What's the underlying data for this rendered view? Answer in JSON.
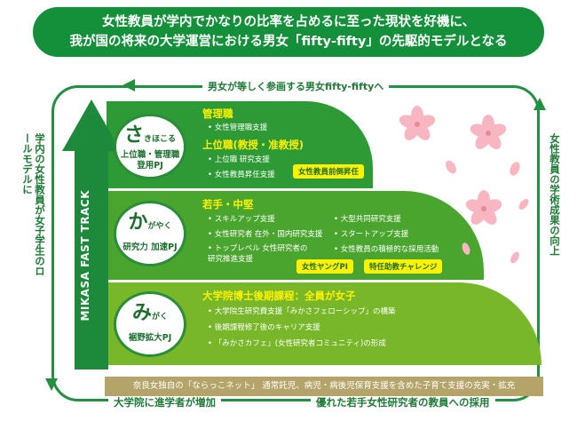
{
  "banner": {
    "line1": "女性教員が学内でかなりの比率を占めるに至った現状を好機に、",
    "line2": "我が国の将来の大学運営における男女「fifty-fifty」の先駆的モデルとなる"
  },
  "loop": {
    "top_label": "男女が等しく参画する男女fifty-fiftyへ",
    "left_label": "学内の女性教員が女子学生のロールモデルに",
    "right_label": "女性教員の学術成果の向上",
    "bottom_left_label": "大学院に進学者が増加",
    "bottom_right_label": "優れた若手女性研究者の教員への採用"
  },
  "fast_track": "MIKASA FAST TRACK",
  "tiers": [
    {
      "circle_main": "さ",
      "circle_small": "きほこる",
      "circle_sub1": "上位職・管理職",
      "circle_sub2": "登用PJ",
      "heading1": "管理職",
      "items1": [
        "女性管理職支援"
      ],
      "heading2": "上位職(教授・准教授)",
      "items2": [
        "上位職 研究支援",
        "女性教員昇任支援"
      ],
      "badge": "女性教員前倒昇任"
    },
    {
      "circle_main": "か",
      "circle_small": "がやく",
      "circle_sub1": "研究力 加速PJ",
      "heading": "若手・中堅",
      "items_left": [
        "スキルアップ支援",
        "女性研究者 在外・国内研究支援",
        "トップレベル 女性研究者の研究推進支援"
      ],
      "items_right": [
        "大型共同研究支援",
        "スタートアップ支援",
        "女性教員の積極的な採用活動"
      ],
      "badge1": "女性ヤングPI",
      "badge2": "特任助教チャレンジ"
    },
    {
      "circle_main": "み",
      "circle_small": "がく",
      "circle_sub1": "裾野拡大PJ",
      "heading": "大学院博士後期課程：全員が女子",
      "items": [
        "大学院生研究費支援「みかさフェローシップ」の構築",
        "後期課程修了後のキャリア支援",
        "「みかさカフェ」(女性研究者コミュニティ)の形成"
      ]
    }
  ],
  "bottom_bar": "奈良女独自の「ならっこネット」 通常託児、病児・病後児保育支援を含めた子育て支援の充実・拡充",
  "colors": {
    "green_dark": "#148f3a",
    "green_mid": "#4aa52e",
    "green_light": "#78b72a",
    "yellow": "#fff200",
    "tan": "#b5a46a",
    "petal": "#f7b6c2"
  }
}
